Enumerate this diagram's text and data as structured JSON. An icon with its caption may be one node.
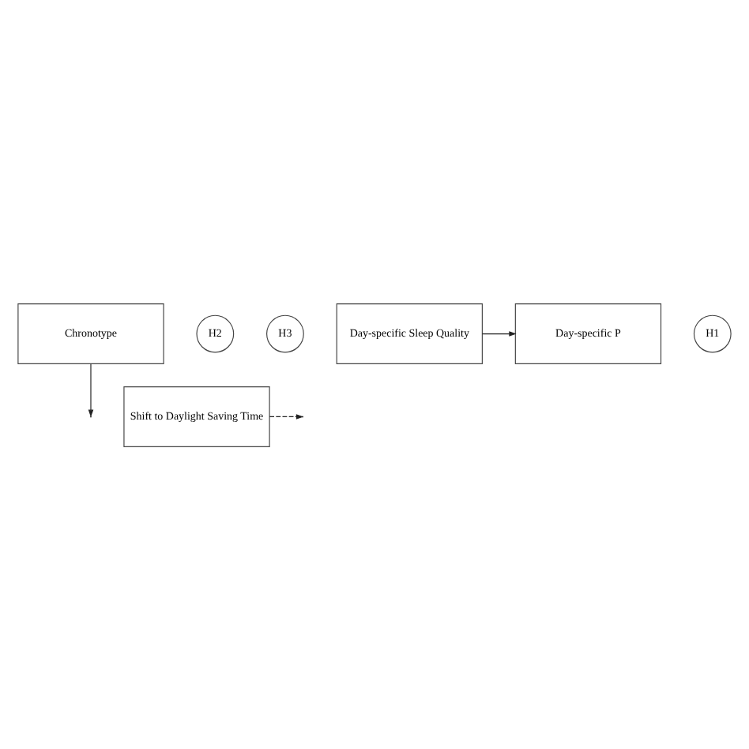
{
  "diagram": {
    "nodes": [
      {
        "text": [
          "Chronotype"
        ]
      },
      {
        "text": [
          "H2"
        ]
      },
      {
        "text": [
          "Shift to Daylight Saving Time"
        ]
      },
      {
        "text": [
          "H3"
        ]
      },
      {
        "text": [
          "Day-specific Sleep Quality"
        ]
      },
      {
        "text": [
          "H1"
        ]
      },
      {
        "text": [
          "Day-specific P"
        ]
      }
    ],
    "edges": [
      {
        "from": 0,
        "to": null,
        "arrow": "to"
      },
      {
        "from": 2,
        "to": null,
        "arrow": "to",
        "style": "dashed"
      },
      {
        "from": 4,
        "to": 6,
        "arrow": "to"
      }
    ]
  }
}
